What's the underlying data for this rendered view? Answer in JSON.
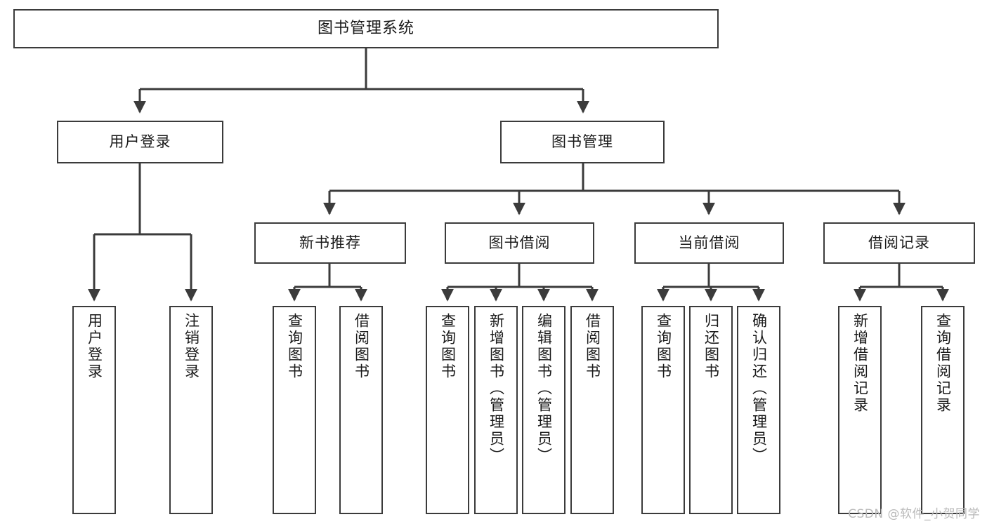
{
  "diagram": {
    "title": "图书管理系统",
    "type": "tree",
    "levels": {
      "root": {
        "label": "图书管理系统"
      },
      "level2": [
        {
          "id": "user-login",
          "label": "用户登录"
        },
        {
          "id": "book-manage",
          "label": "图书管理"
        }
      ],
      "level3": [
        {
          "id": "new-book-recommend",
          "label": "新书推荐"
        },
        {
          "id": "book-borrow",
          "label": "图书借阅"
        },
        {
          "id": "current-borrow",
          "label": "当前借阅"
        },
        {
          "id": "borrow-record",
          "label": "借阅记录"
        }
      ],
      "leaves": [
        {
          "id": "leaf-user-login",
          "label": "用户登录",
          "parent": "user-login"
        },
        {
          "id": "leaf-logout",
          "label": "注销登录",
          "parent": "user-login"
        },
        {
          "id": "leaf-query-book-1",
          "label": "查询图书",
          "parent": "new-book-recommend"
        },
        {
          "id": "leaf-borrow-book-1",
          "label": "借阅图书",
          "parent": "new-book-recommend"
        },
        {
          "id": "leaf-query-book-2",
          "label": "查询图书",
          "parent": "book-borrow"
        },
        {
          "id": "leaf-add-book",
          "label": "新增图书（管理员）",
          "parent": "book-borrow"
        },
        {
          "id": "leaf-edit-book",
          "label": "编辑图书（管理员）",
          "parent": "book-borrow"
        },
        {
          "id": "leaf-borrow-book-2",
          "label": "借阅图书",
          "parent": "book-borrow"
        },
        {
          "id": "leaf-query-book-3",
          "label": "查询图书",
          "parent": "current-borrow"
        },
        {
          "id": "leaf-return-book",
          "label": "归还图书",
          "parent": "current-borrow"
        },
        {
          "id": "leaf-confirm-return",
          "label": "确认归还（管理员）",
          "parent": "current-borrow"
        },
        {
          "id": "leaf-add-record",
          "label": "新增借阅记录",
          "parent": "borrow-record"
        },
        {
          "id": "leaf-query-record",
          "label": "查询借阅记录",
          "parent": "borrow-record"
        }
      ]
    },
    "colors": {
      "border": "#3b3b3b",
      "edge": "#3b3b3b",
      "background": "#ffffff",
      "text": "#1a1a1a",
      "watermark": "#b9b9b9"
    }
  },
  "watermark": {
    "text": "CSDN @软件_小贺同学"
  }
}
